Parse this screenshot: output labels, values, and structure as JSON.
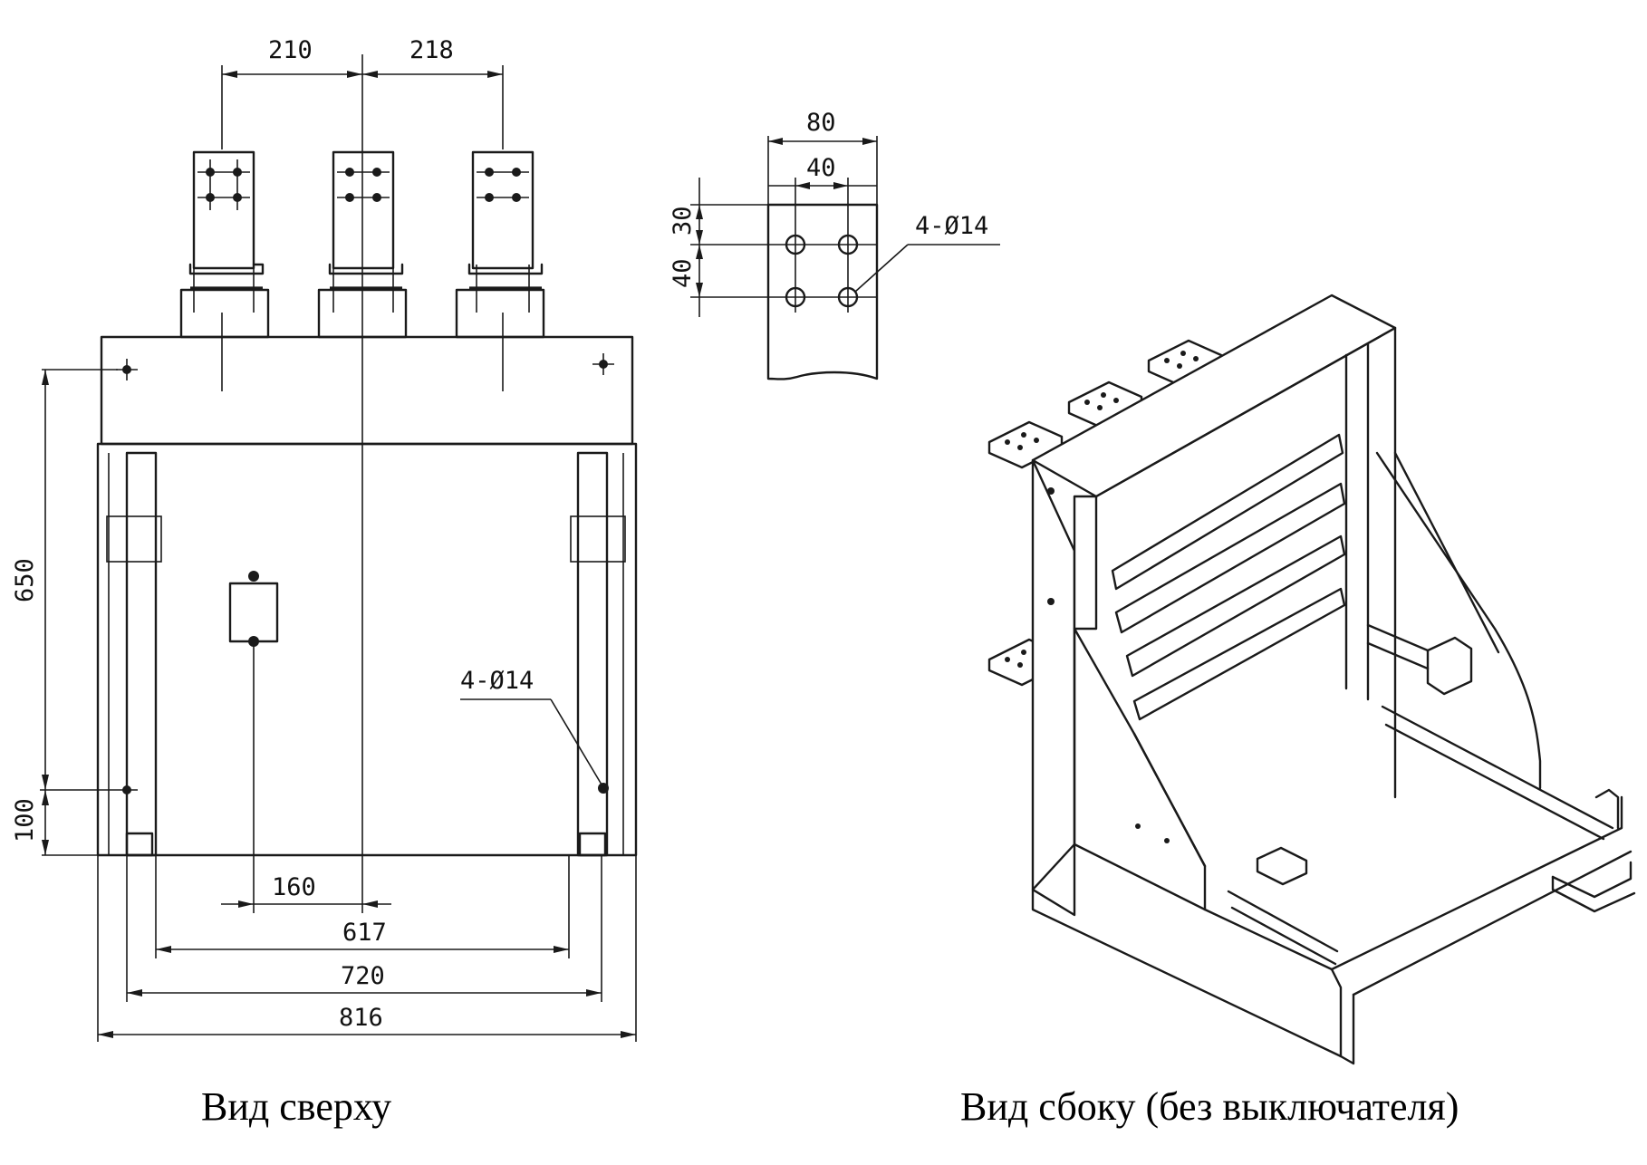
{
  "views": {
    "top": {
      "caption": "Вид сверху",
      "dims": {
        "d210": "210",
        "d218": "218",
        "d650": "650",
        "d100": "100",
        "d160": "160",
        "d617": "617",
        "d720": "720",
        "d816": "816",
        "holes": "4-Ø14"
      }
    },
    "detail": {
      "dims": {
        "d80": "80",
        "d40": "40",
        "v40": "40",
        "v30": "30",
        "holes": "4-Ø14"
      }
    },
    "side": {
      "caption": "Вид сбоку (без выключателя)"
    }
  }
}
